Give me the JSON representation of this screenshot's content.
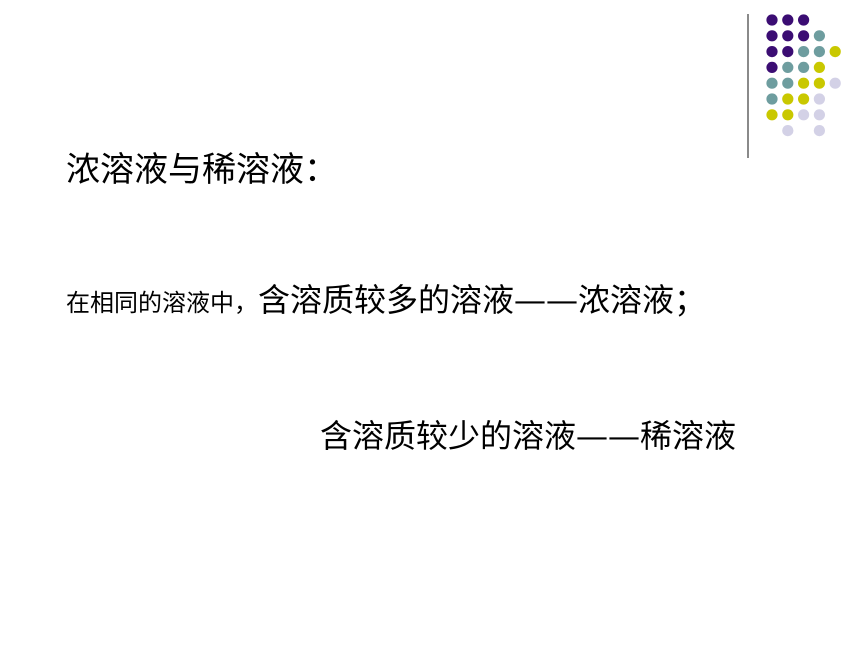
{
  "slide": {
    "heading": "浓溶液与稀溶液：",
    "line1_prefix": "在相同的溶液中，",
    "line1_main": "含溶质较多的溶液——浓溶液；",
    "line2": "含溶质较少的溶液——稀溶液"
  },
  "decoration": {
    "colors": {
      "purple": "#3b0d73",
      "teal": "#6e9d9f",
      "yellow": "#c9c800",
      "lavender": "#d3d1e6",
      "line": "#8a8a8a"
    },
    "dot_rows": [
      [
        "purple",
        "purple",
        "purple",
        "",
        ""
      ],
      [
        "purple",
        "purple",
        "purple",
        "teal",
        ""
      ],
      [
        "purple",
        "purple",
        "teal",
        "teal",
        "yellow"
      ],
      [
        "purple",
        "teal",
        "teal",
        "yellow",
        ""
      ],
      [
        "teal",
        "teal",
        "yellow",
        "yellow",
        "lavender"
      ],
      [
        "teal",
        "yellow",
        "yellow",
        "lavender",
        ""
      ],
      [
        "yellow",
        "yellow",
        "lavender",
        "lavender",
        ""
      ],
      [
        "",
        "lavender",
        "",
        "lavender",
        ""
      ]
    ]
  }
}
